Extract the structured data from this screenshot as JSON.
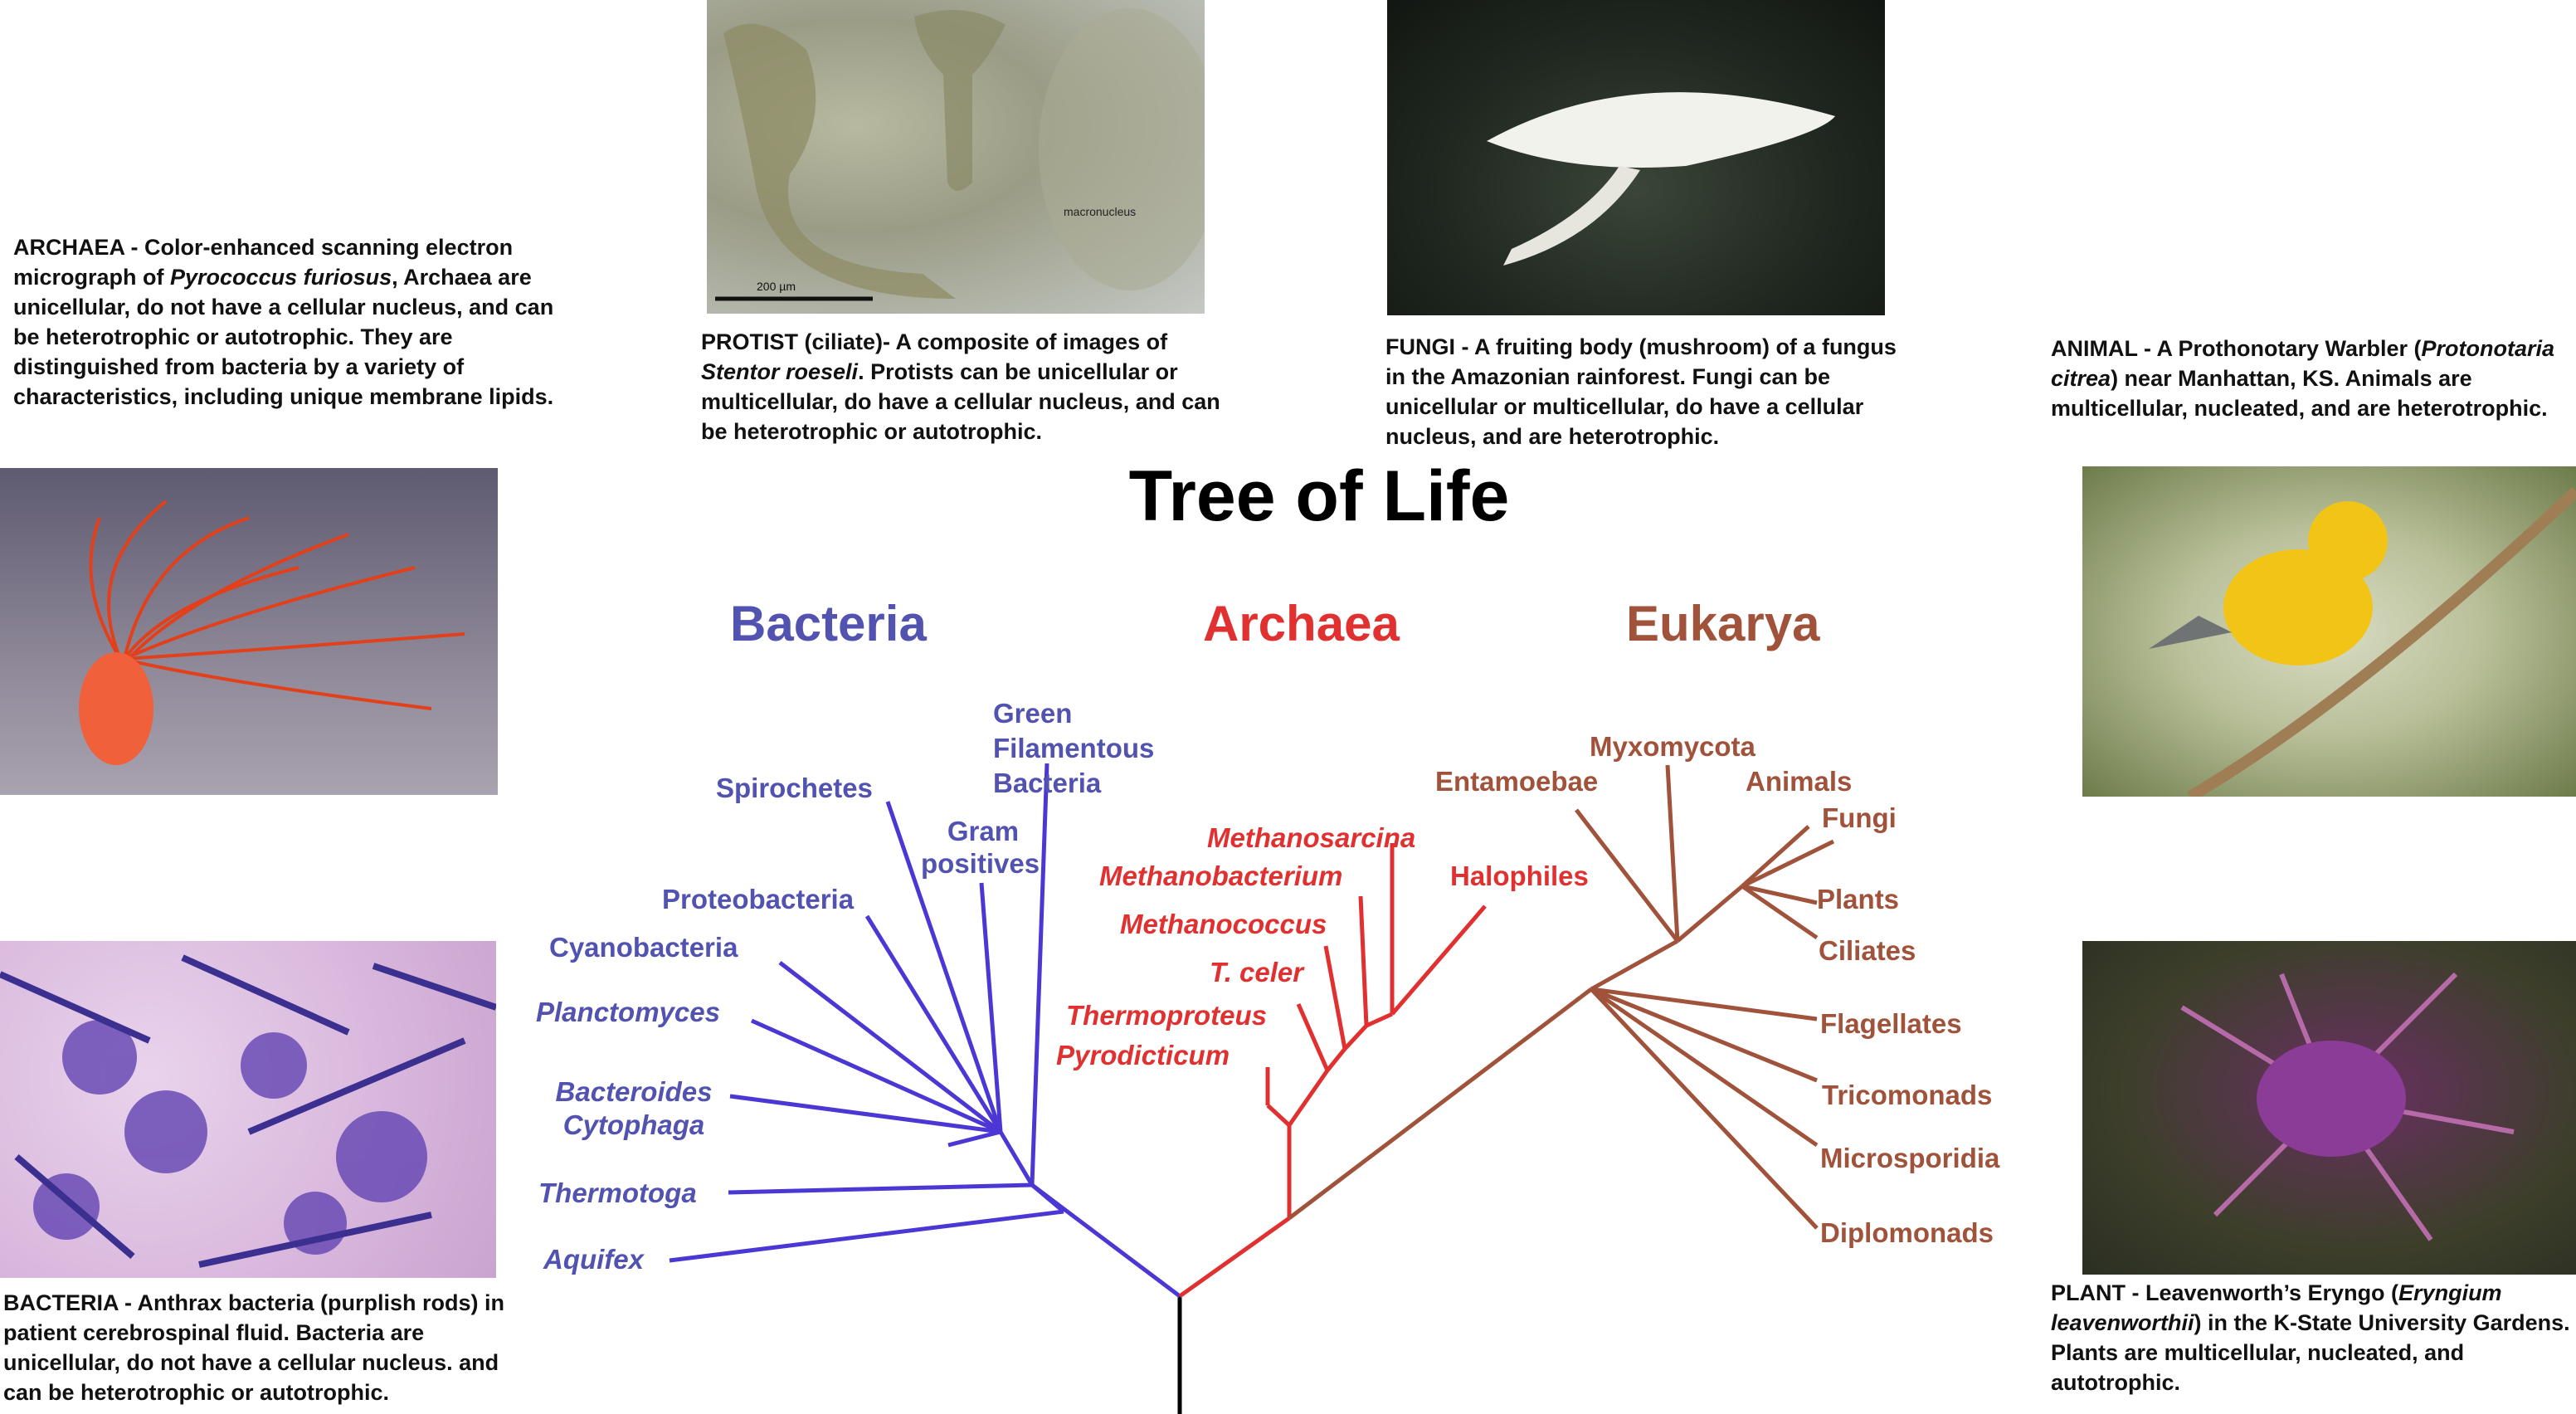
{
  "title": "Tree of Life",
  "domains": {
    "bacteria": "Bacteria",
    "archaea": "Archaea",
    "eukarya": "Eukarya"
  },
  "colors": {
    "bacteria": "#5252b0",
    "archaea": "#e03030",
    "eukarya": "#a0523a",
    "trunk": "#000000"
  },
  "captions": {
    "archaea": {
      "lead": "ARCHAEA - Color-enhanced scanning electron micrograph of ",
      "italic": "Pyrococcus furiosus",
      "rest": ", Archaea are unicellular, do not have a cellular nucleus, and can be heterotrophic or autotrophic. They are distinguished from bacteria by a variety of characteristics, including unique membrane lipids."
    },
    "protist": {
      "lead": "PROTIST  (ciliate)- A composite of images of ",
      "italic": "Stentor roeseli",
      "rest": ". Protists can be unicellular or multicellular, do have a cellular nucleus, and can be heterotrophic or autotrophic."
    },
    "fungi": "FUNGI - A fruiting body (mushroom) of a fungus in the Amazonian rainforest. Fungi can be unicellular or multicellular, do have a cellular nucleus, and are heterotrophic.",
    "animal": {
      "lead": "ANIMAL - A Prothonotary Warbler (",
      "italic": "Protonotaria citrea",
      "rest": ") near Manhattan, KS. Animals are multicellular, nucleated, and are heterotrophic."
    },
    "bacteria": "BACTERIA - Anthrax bacteria (purplish rods) in patient cerebrospinal fluid. Bacteria are unicellular, do not have a cellular nucleus. and can be heterotrophic or autotrophic.",
    "plant": {
      "lead": "PLANT - Leavenworth’s Eryngo (",
      "italic": "Eryngium leavenworthii",
      "rest": ") in the K-State University Gardens. Plants are multicellular, nucleated, and autotrophic."
    }
  },
  "photo_labels": {
    "scale_bar": "200 µm",
    "macronucleus": "macronucleus"
  },
  "bacteria_groups": [
    "Green",
    "Filamentous",
    "Bacteria",
    "Spirochetes",
    "Gram",
    "positives",
    "Proteobacteria",
    "Cyanobacteria",
    "Planctomyces",
    "Bacteroides",
    "Cytophaga",
    "Thermotoga",
    "Aquifex"
  ],
  "archaea_groups": [
    "Methanosarcina",
    "Methanobacterium",
    "Halophiles",
    "Methanococcus",
    "T. celer",
    "Thermoproteus",
    "Pyrodicticum"
  ],
  "eukarya_groups": [
    "Myxomycota",
    "Entamoebae",
    "Animals",
    "Fungi",
    "Plants",
    "Ciliates",
    "Flagellates",
    "Tricomonads",
    "Microsporidia",
    "Diplomonads"
  ]
}
